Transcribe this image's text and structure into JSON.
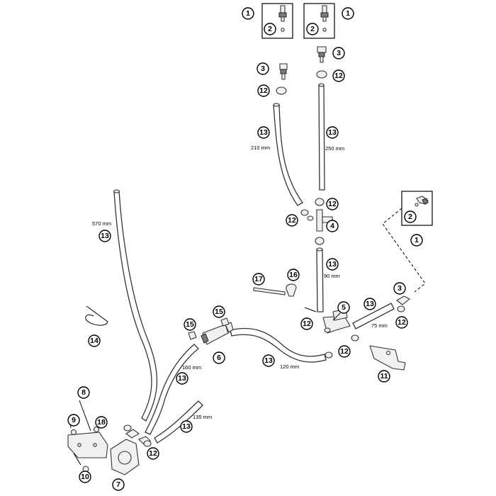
{
  "callouts": {
    "c1": "1",
    "c2": "2",
    "c3": "3",
    "c4": "4",
    "c5": "5",
    "c6": "6",
    "c7": "7",
    "c8": "8",
    "c9": "9",
    "c10": "10",
    "c11": "11",
    "c12": "12",
    "c13": "13",
    "c14": "14",
    "c15": "15",
    "c16": "16",
    "c17": "17",
    "c18": "18"
  },
  "dimensions": {
    "hose_left_top": "210 mm",
    "hose_right_top": "250 mm",
    "hose_long": "570 mm",
    "hose_short_vertical": "90 mm",
    "hose_right_side": "75 mm",
    "hose_pump_curve": "160 mm",
    "hose_main_curve": "120 mm",
    "hose_pump_short": "135 mm"
  }
}
